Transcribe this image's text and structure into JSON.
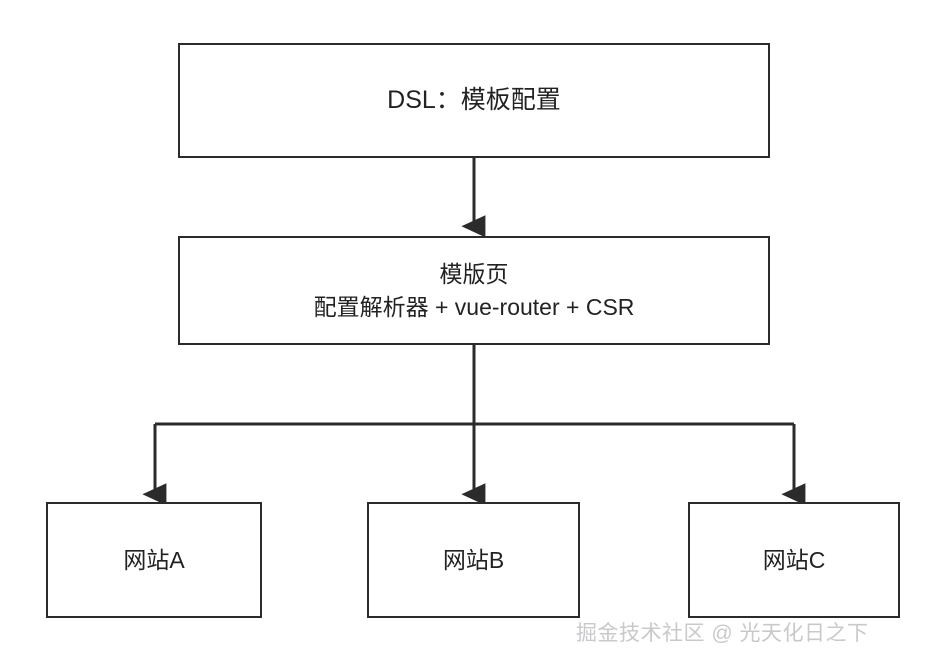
{
  "diagram": {
    "background_color": "#ffffff",
    "stroke_color": "#2b2b2b",
    "text_color": "#222222",
    "nodes": [
      {
        "id": "dsl",
        "label": "DSL：模板配置",
        "lines": [
          "DSL：模板配置"
        ]
      },
      {
        "id": "template-page",
        "label": "模版页",
        "lines": [
          "模版页",
          "配置解析器 + vue-router + CSR"
        ]
      },
      {
        "id": "site-a",
        "label": "网站A",
        "lines": [
          "网站A"
        ]
      },
      {
        "id": "site-b",
        "label": "网站B",
        "lines": [
          "网站B"
        ]
      },
      {
        "id": "site-c",
        "label": "网站C",
        "lines": [
          "网站C"
        ]
      }
    ],
    "edges": [
      {
        "id": "dsl-to-template",
        "from": "dsl",
        "to": "template-page",
        "arrow": "down"
      },
      {
        "id": "template-to-site-a",
        "from": "template-page",
        "to": "site-a",
        "arrow": "down"
      },
      {
        "id": "template-to-site-b",
        "from": "template-page",
        "to": "site-b",
        "arrow": "down"
      },
      {
        "id": "template-to-site-c",
        "from": "template-page",
        "to": "site-c",
        "arrow": "down"
      }
    ]
  },
  "watermark": {
    "text": "掘金技术社区 @ 光天化日之下",
    "color": "#c9c9cc"
  }
}
